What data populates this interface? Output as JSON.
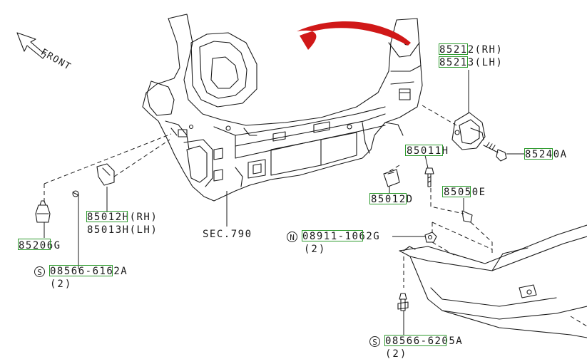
{
  "direction": {
    "text": "FRONT",
    "icon": "front-arrow-icon"
  },
  "parts": {
    "p85212": {
      "line1": "85212(RH)",
      "line2": "85213(LH)"
    },
    "p85240A": "85240A",
    "p85011H": "85011H",
    "p85012H": {
      "line1": "85012H(RH)",
      "line2": "85013H(LH)"
    },
    "p85206G": "85206G",
    "p08566_6162A": {
      "symbol": "S",
      "code": "08566-6162A",
      "qty": "(2)"
    },
    "p85012D": "85012D",
    "p85050E": "85050E",
    "p08911_1062G": {
      "symbol": "N",
      "code": "08911-1062G",
      "qty": "(2)"
    },
    "p08566_6205A": {
      "symbol": "S",
      "code": "08566-6205A",
      "qty": "(2)"
    },
    "sec790": "SEC.790"
  },
  "colors": {
    "highlight_box": "#2e9b2e",
    "callout_arrow": "#d01818",
    "line_art": "#1a1a1a"
  }
}
